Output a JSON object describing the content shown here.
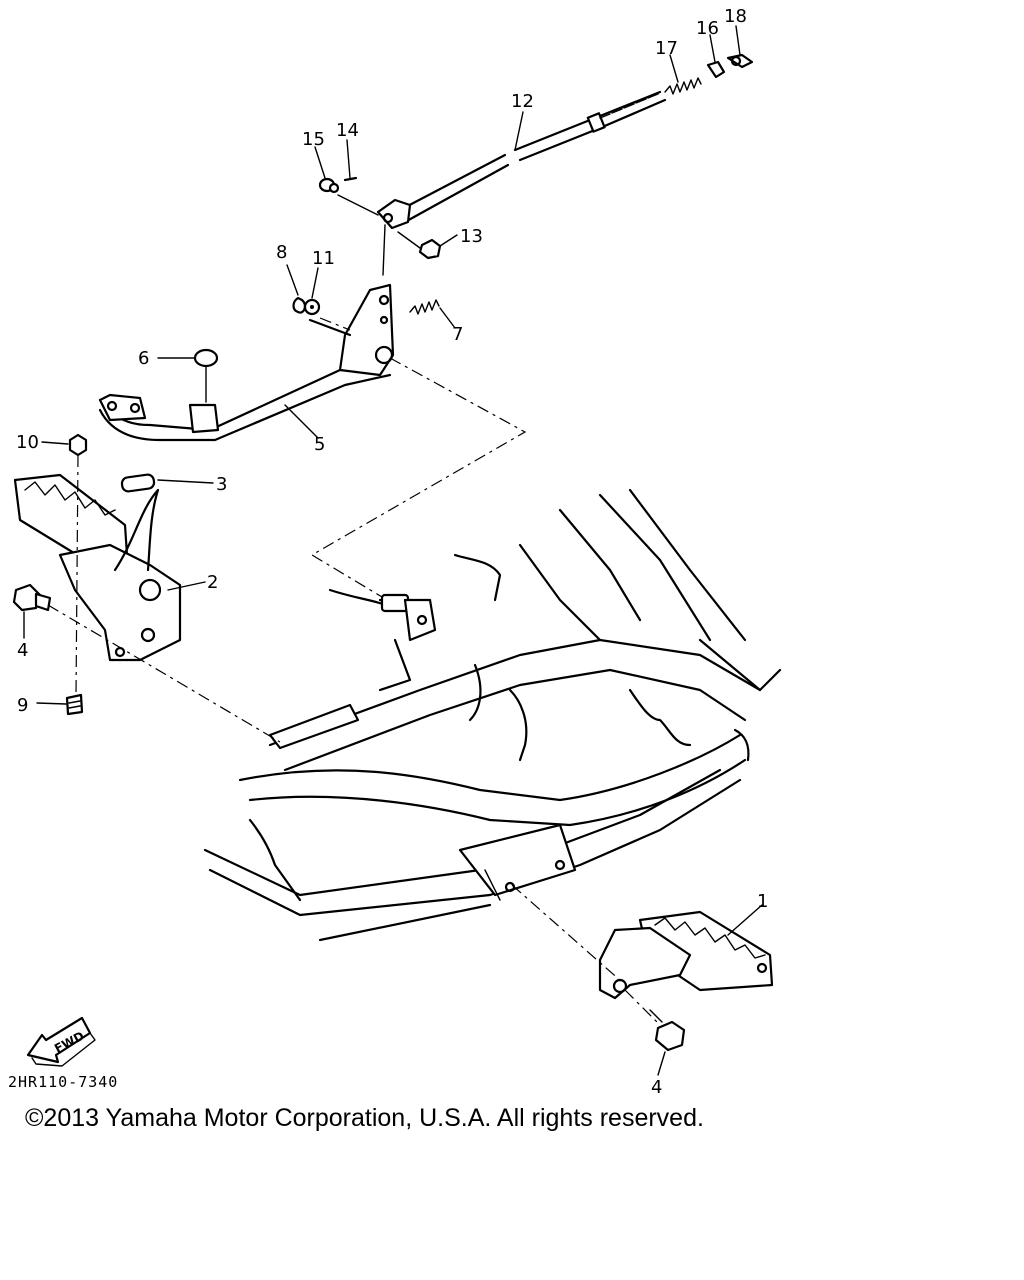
{
  "diagram": {
    "code": "2HR110-7340",
    "copyright": "©2013 Yamaha Motor Corporation, U.S.A. All rights reserved.",
    "direction_label": "FWD",
    "callouts": [
      "1",
      "2",
      "3",
      "4",
      "4",
      "5",
      "6",
      "7",
      "8",
      "9",
      "10",
      "11",
      "12",
      "13",
      "14",
      "15",
      "16",
      "17",
      "18"
    ]
  }
}
